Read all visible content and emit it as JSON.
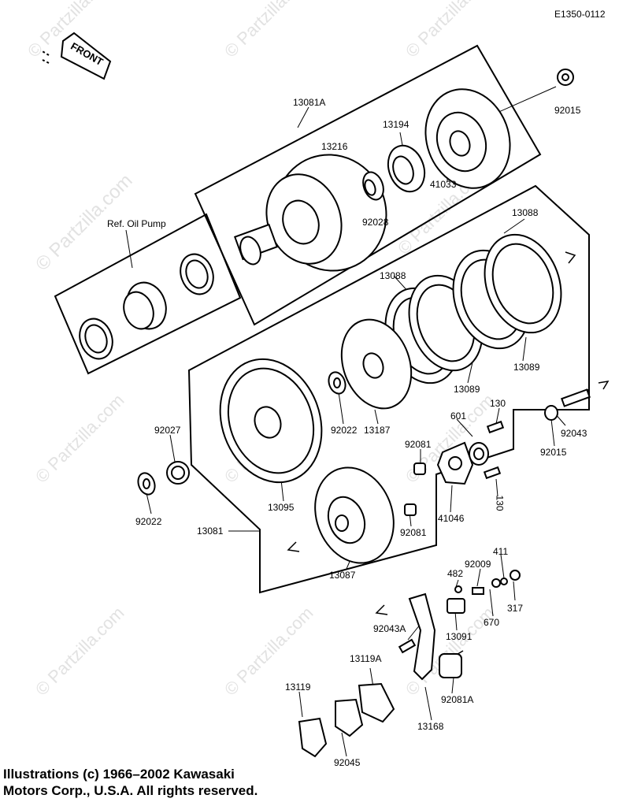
{
  "diagram_code": "E1350-0112",
  "front_label": "FRONT",
  "ref_label": "Ref. Oil Pump",
  "watermark": "© Partzilla.com",
  "footer": {
    "line1": "Illustrations (c) 1966–2002 Kawasaki",
    "line2": "Motors Corp., U.S.A.  All rights reserved."
  },
  "parts": {
    "p13081A": "13081A",
    "p13216": "13216",
    "p13194": "13194",
    "p92015a": "92015",
    "p92028": "92028",
    "p41033": "41033",
    "p13088a": "13088",
    "p13088b": "13088",
    "p13089a": "13089",
    "p13089b": "13089",
    "p13187": "13187",
    "p92022a": "92022",
    "p92027": "92027",
    "p92022b": "92022",
    "p13095": "13095",
    "p601": "601",
    "p130a": "130",
    "p92043a": "92043",
    "p92015b": "92015",
    "p92081a": "92081",
    "p41046": "41046",
    "p130b": "130",
    "p92081b": "92081",
    "p13081": "13081",
    "p13087": "13087",
    "p411": "411",
    "p482": "482",
    "p92009": "92009",
    "p317": "317",
    "p670": "670",
    "p92043A": "92043A",
    "p13091": "13091",
    "p13119A": "13119A",
    "p13119": "13119",
    "p92081A": "92081A",
    "p13168": "13168",
    "p92045": "92045"
  }
}
